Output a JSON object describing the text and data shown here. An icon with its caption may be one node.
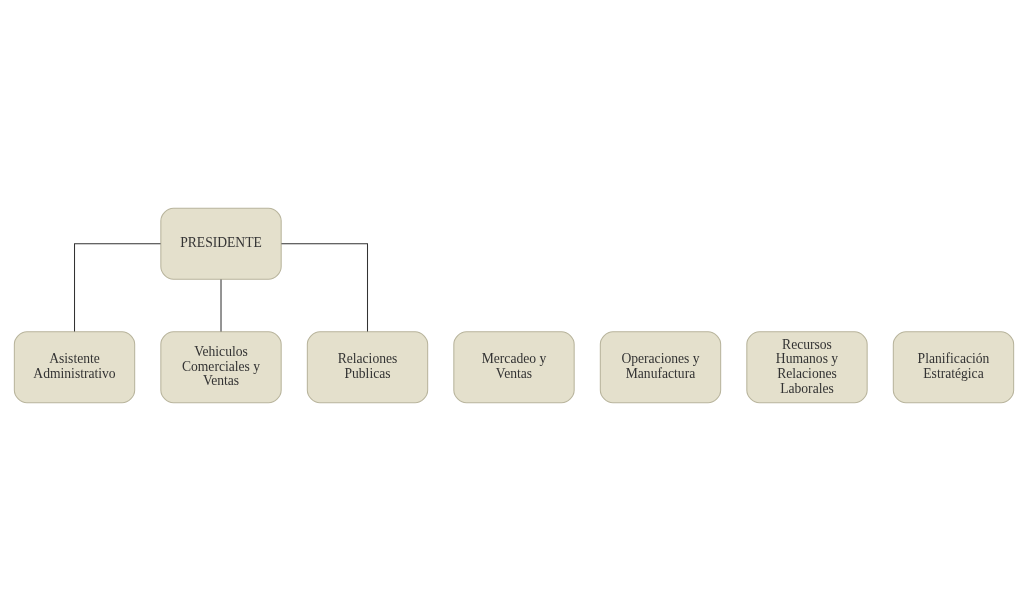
{
  "diagram": {
    "nodes": [
      {
        "text": [
          "PRESIDENTE"
        ]
      },
      {
        "text": [
          "Asistente Administrativo"
        ]
      },
      {
        "text": [
          "Vehiculos Comerciales y Ventas"
        ]
      },
      {
        "text": [
          "Mercadeo y Ventas"
        ]
      },
      {
        "text": [
          "Operaciones y Manufactura"
        ]
      },
      {
        "text": [
          "Recursos Humanos y Relaciones Laborales"
        ]
      },
      {
        "text": [
          "Planificación Estratégica"
        ]
      },
      {
        "text": [
          "Relaciones Publicas"
        ]
      }
    ],
    "edges": [
      {
        "from": 0,
        "to": 1,
        "arrow": "none"
      },
      {
        "from": 0,
        "to": 2,
        "arrow": "none"
      },
      {
        "from": 0,
        "to": 7,
        "arrow": "none"
      }
    ]
  }
}
